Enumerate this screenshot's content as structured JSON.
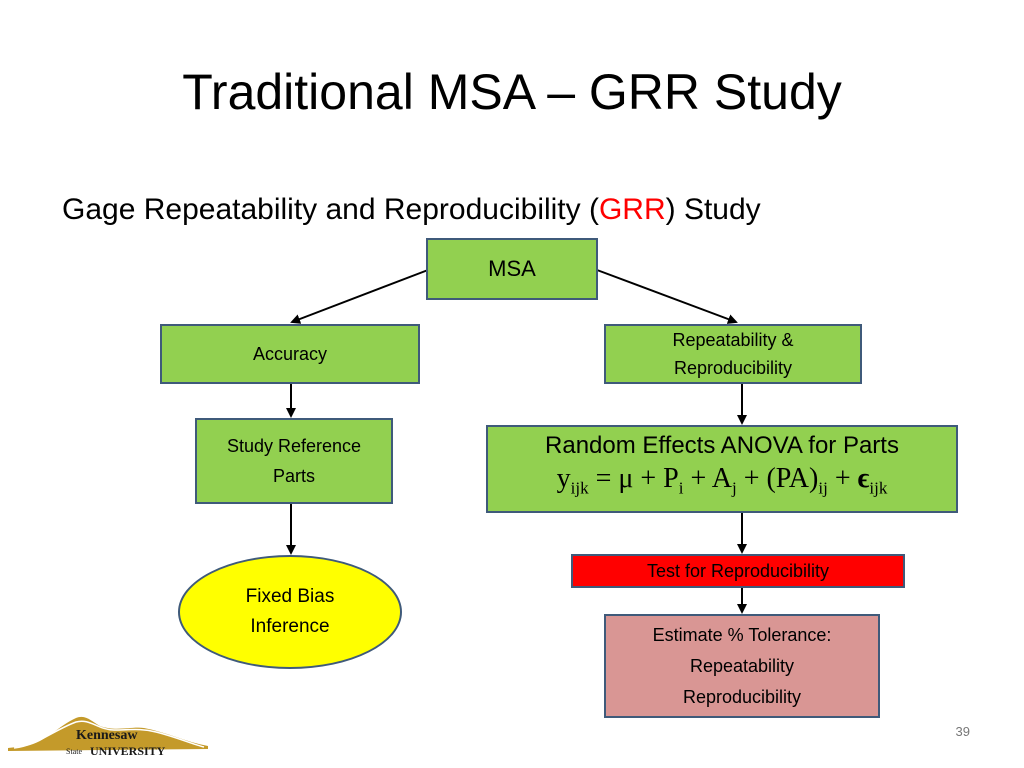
{
  "slide": {
    "title": "Traditional MSA – GRR Study",
    "subtitle_before": "Gage Repeatability and Reproducibility (",
    "subtitle_highlight": "GRR",
    "subtitle_after": ") Study",
    "page_number": "39"
  },
  "nodes": {
    "msa": "MSA",
    "accuracy": "Accuracy",
    "repeatability_line1": "Repeatability &",
    "repeatability_line2": "Reproducibility",
    "study_ref_line1": "Study Reference",
    "study_ref_line2": "Parts",
    "fixed_bias_line1": "Fixed Bias",
    "fixed_bias_line2": "Inference",
    "anova_title": "Random Effects ANOVA for Parts",
    "test": "Test for Reproducibility",
    "estimate_line1": "Estimate  % Tolerance:",
    "estimate_line2": "Repeatability",
    "estimate_line3": "Reproducibility"
  },
  "equation": {
    "y": "y",
    "y_sub": "ijk",
    "eq": " = μ + P",
    "p_sub": "i",
    "plus_a": " + A",
    "a_sub": "j",
    "plus_pa": " + (PA)",
    "pa_sub": "ij",
    "plus_eps": " + ",
    "eps": "ϵ",
    "eps_sub": "ijk"
  },
  "logo": {
    "name_top": "Kennesaw",
    "name_state": "State",
    "name_univ": "UNIVERSITY"
  },
  "colors": {
    "box_green": "#92d050",
    "box_border": "#3f5a7a",
    "test_red": "#ff0000",
    "estimate_pink": "#d99694",
    "ellipse_yellow": "#ffff00",
    "highlight_red": "#ff0000"
  }
}
